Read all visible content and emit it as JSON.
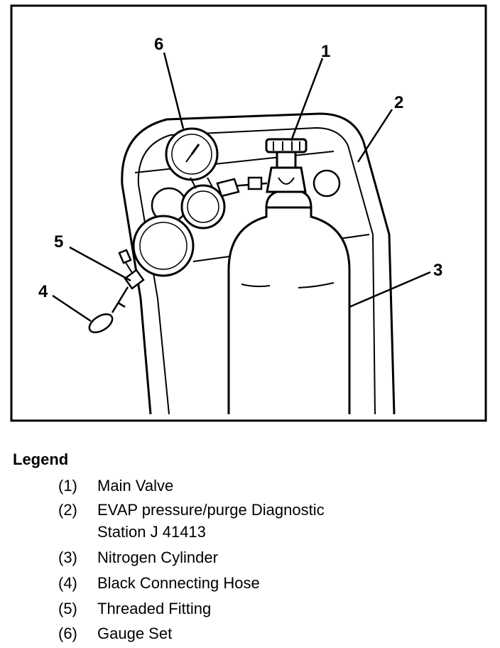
{
  "callouts": {
    "c1": "1",
    "c2": "2",
    "c3": "3",
    "c4": "4",
    "c5": "5",
    "c6": "6"
  },
  "legend": {
    "title": "Legend",
    "items": [
      {
        "num": "(1)",
        "text": "Main Valve"
      },
      {
        "num": "(2)",
        "text": "EVAP pressure/purge Diagnostic\nStation J 41413"
      },
      {
        "num": "(3)",
        "text": "Nitrogen Cylinder"
      },
      {
        "num": "(4)",
        "text": "Black Connecting Hose"
      },
      {
        "num": "(5)",
        "text": "Threaded Fitting"
      },
      {
        "num": "(6)",
        "text": "Gauge Set"
      }
    ]
  }
}
